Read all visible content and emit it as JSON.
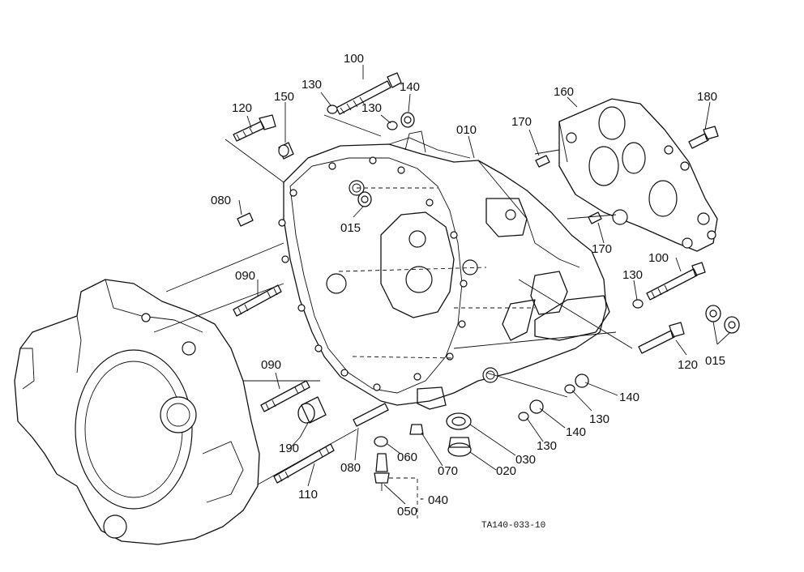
{
  "diagram": {
    "drawing_code": "TA140-033-10",
    "callouts": [
      {
        "id": "c-100-top",
        "text": "100"
      },
      {
        "id": "c-130-top-a",
        "text": "130"
      },
      {
        "id": "c-140-top",
        "text": "140"
      },
      {
        "id": "c-130-top-b",
        "text": "130"
      },
      {
        "id": "c-120-left",
        "text": "120"
      },
      {
        "id": "c-150",
        "text": "150"
      },
      {
        "id": "c-010",
        "text": "010"
      },
      {
        "id": "c-170-top",
        "text": "170"
      },
      {
        "id": "c-160",
        "text": "160"
      },
      {
        "id": "c-180",
        "text": "180"
      },
      {
        "id": "c-080-top",
        "text": "080"
      },
      {
        "id": "c-015-center",
        "text": "015"
      },
      {
        "id": "c-170-right",
        "text": "170"
      },
      {
        "id": "c-090-upper",
        "text": "090"
      },
      {
        "id": "c-130-right",
        "text": "130"
      },
      {
        "id": "c-100-right",
        "text": "100"
      },
      {
        "id": "c-120-right",
        "text": "120"
      },
      {
        "id": "c-015-right",
        "text": "015"
      },
      {
        "id": "c-090-lower",
        "text": "090"
      },
      {
        "id": "c-140-low-a",
        "text": "140"
      },
      {
        "id": "c-130-low-a",
        "text": "130"
      },
      {
        "id": "c-140-low-b",
        "text": "140"
      },
      {
        "id": "c-130-low-b",
        "text": "130"
      },
      {
        "id": "c-030",
        "text": "030"
      },
      {
        "id": "c-060",
        "text": "060"
      },
      {
        "id": "c-070",
        "text": "070"
      },
      {
        "id": "c-020",
        "text": "020"
      },
      {
        "id": "c-190",
        "text": "190"
      },
      {
        "id": "c-080-low",
        "text": "080"
      },
      {
        "id": "c-110",
        "text": "110"
      },
      {
        "id": "c-040",
        "text": "040"
      },
      {
        "id": "c-050",
        "text": "050"
      }
    ]
  }
}
